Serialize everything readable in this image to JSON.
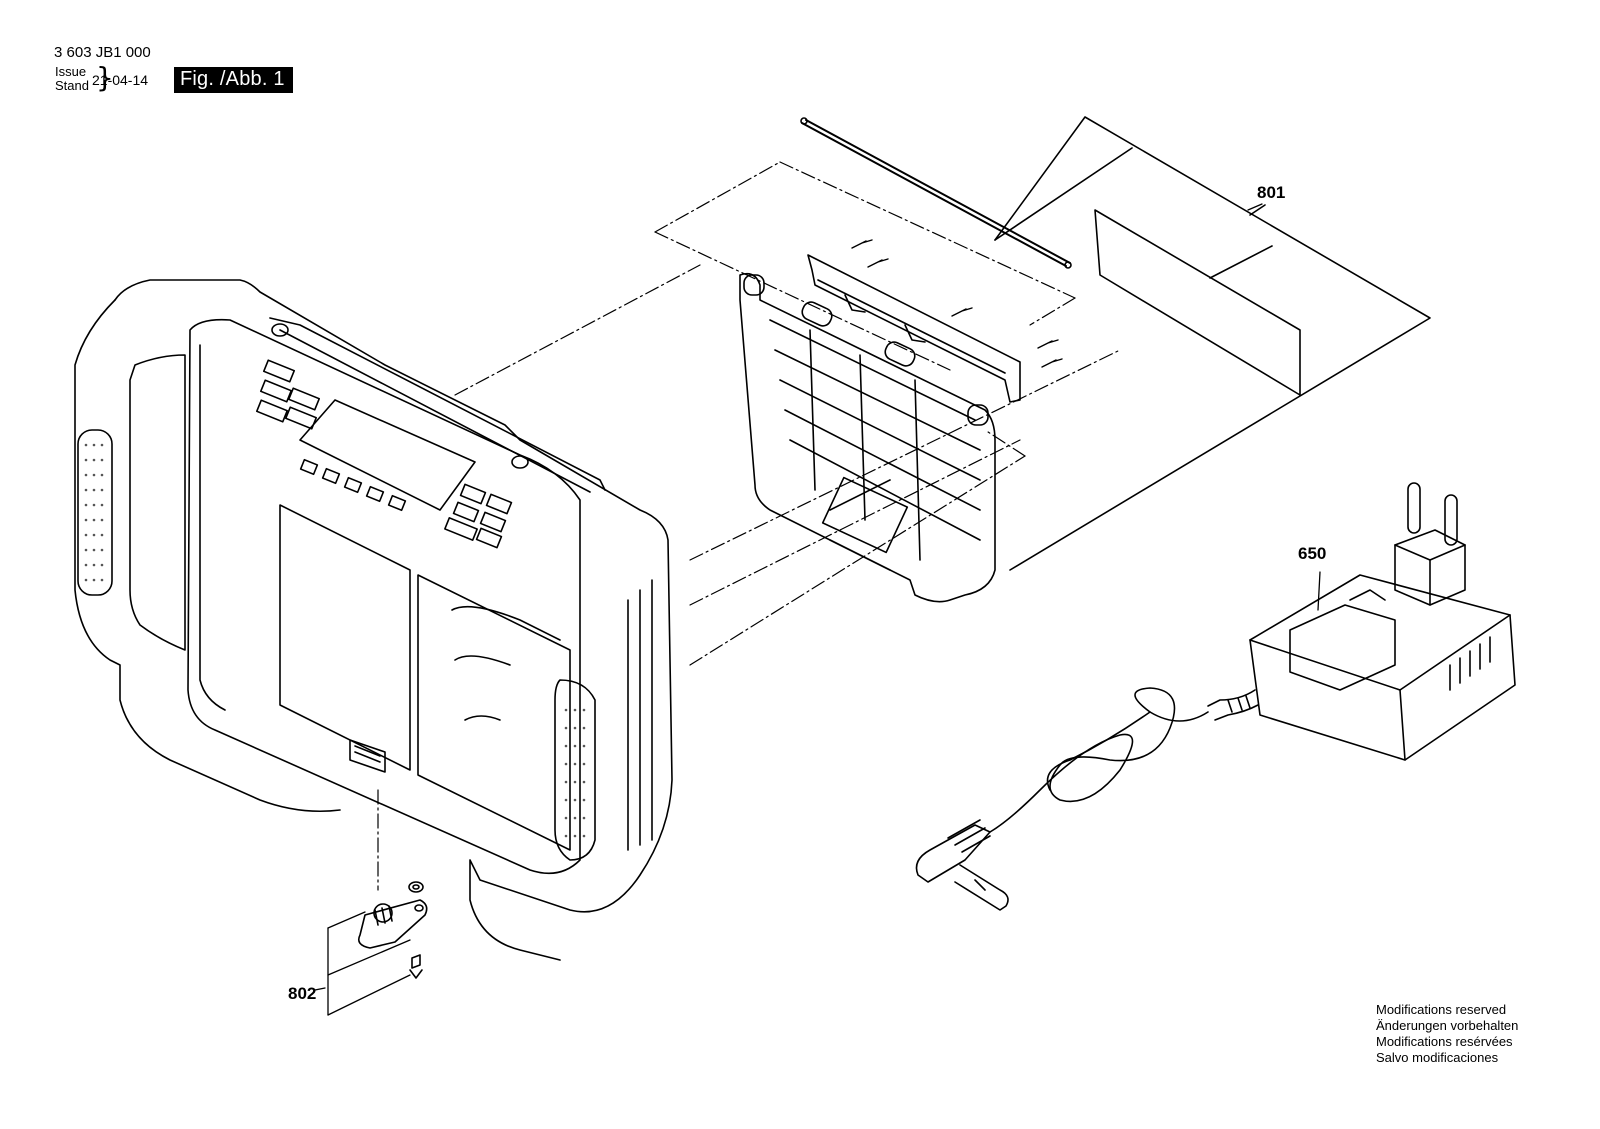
{
  "header": {
    "doc_number": "3 603 JB1 000",
    "issue_label_en": "Issue",
    "issue_label_de": "Stand",
    "date": "21-04-14",
    "figure_label": "Fig. /Abb. 1"
  },
  "callouts": {
    "part_801": "801",
    "part_650": "650",
    "part_802": "802"
  },
  "notice": {
    "line_en": "Modifications reserved",
    "line_de": "Änderungen vorbehalten",
    "line_fr": "Modifications resérvées",
    "line_es": "Salvo modificaciones"
  }
}
